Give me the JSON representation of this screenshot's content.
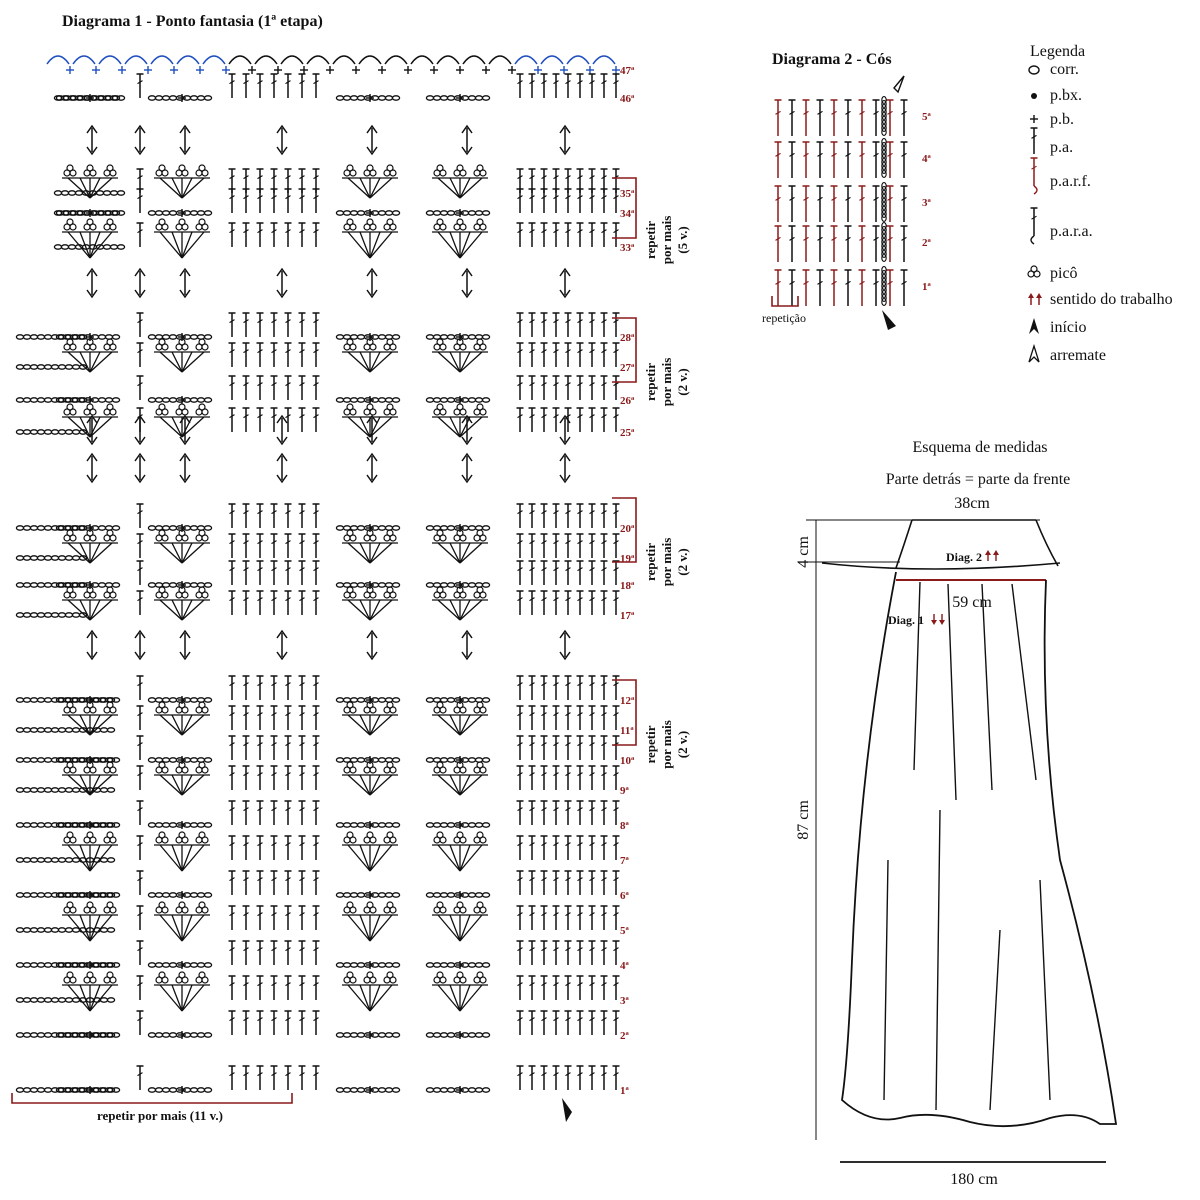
{
  "diagram1": {
    "title": "Diagrama 1 - Ponto fantasia (1ª etapa)",
    "rows": [
      {
        "label": "47ª",
        "kind": "top"
      },
      {
        "label": "46ª",
        "kind": "flat"
      },
      {
        "label": "35ª",
        "kind": "shell"
      },
      {
        "label": "34ª",
        "kind": "flat"
      },
      {
        "label": "33ª",
        "kind": "shellV"
      },
      {
        "label": "28ª",
        "kind": "flat"
      },
      {
        "label": "27ª",
        "kind": "shell"
      },
      {
        "label": "26ª",
        "kind": "flatV"
      },
      {
        "label": "25ª",
        "kind": "shell"
      },
      {
        "label": "20ª",
        "kind": "flat"
      },
      {
        "label": "19ª",
        "kind": "shell"
      },
      {
        "label": "18ª",
        "kind": "flatV"
      },
      {
        "label": "17ª",
        "kind": "shell"
      },
      {
        "label": "12ª",
        "kind": "flat"
      },
      {
        "label": "11ª",
        "kind": "shell"
      },
      {
        "label": "10ª",
        "kind": "flatV"
      },
      {
        "label": "9ª",
        "kind": "shell"
      },
      {
        "label": "8ª",
        "kind": "flatV"
      },
      {
        "label": "7ª",
        "kind": "shellV"
      },
      {
        "label": "6ª",
        "kind": "flatV"
      },
      {
        "label": "5ª",
        "kind": "shellV"
      },
      {
        "label": "4ª",
        "kind": "flatV"
      },
      {
        "label": "3ª",
        "kind": "shellV"
      },
      {
        "label": "2ª",
        "kind": "flatV"
      },
      {
        "label": "1ª",
        "kind": "base"
      }
    ],
    "repeat_labels": [
      {
        "text": [
          "repetir",
          "por mais",
          "(5 v.)"
        ]
      },
      {
        "text": [
          "repetir",
          "por mais",
          "(2 v.)"
        ]
      },
      {
        "text": [
          "repetir",
          "por mais",
          "(2 v.)"
        ]
      },
      {
        "text": [
          "repetir",
          "por mais",
          "(2 v.)"
        ]
      }
    ],
    "bottom_repeat": "repetir por mais (11 v.)"
  },
  "diagram2": {
    "title": "Diagrama 2 - Cós",
    "rows": [
      "5ª",
      "4ª",
      "3ª",
      "2ª",
      "1ª"
    ],
    "repeat_label": "repetição"
  },
  "legend": {
    "title": "Legenda",
    "items": [
      {
        "symbol": "chain",
        "label": "corr."
      },
      {
        "symbol": "dot",
        "label": "p.bx."
      },
      {
        "symbol": "plus",
        "label": "p.b."
      },
      {
        "symbol": "dc",
        "label": "p.a."
      },
      {
        "symbol": "fpdc",
        "label": "p.a.r.f."
      },
      {
        "symbol": "bpdc",
        "label": "p.a.r.a."
      },
      {
        "symbol": "picot",
        "label": "picô"
      },
      {
        "symbol": "arrows",
        "label": "sentido do trabalho"
      },
      {
        "symbol": "start",
        "label": "início"
      },
      {
        "symbol": "end",
        "label": "arremate"
      }
    ]
  },
  "schema": {
    "title": "Esquema de medidas",
    "subtitle": "Parte detrás = parte da frente",
    "top_width": "38cm",
    "waist_height": "4 cm",
    "hip_width": "59 cm",
    "length": "87 cm",
    "hem_width": "180 cm",
    "diag2_label": "Diag. 2",
    "diag1_label": "Diag. 1"
  },
  "colors": {
    "ink": "#111111",
    "red": "#8b1a1a",
    "blue": "#1f4fbf"
  }
}
